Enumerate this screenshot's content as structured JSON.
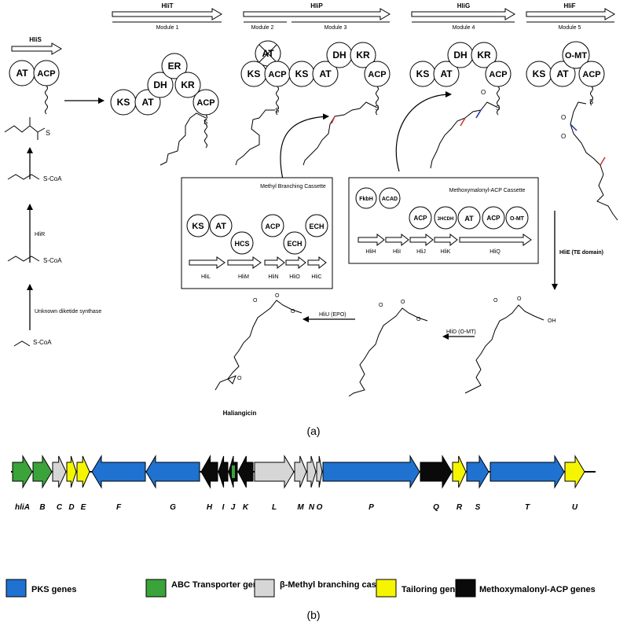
{
  "panel_a": {
    "label": "(a)",
    "hliS": {
      "name": "HliS",
      "domains": [
        "AT",
        "ACP"
      ]
    },
    "genes": [
      {
        "name": "HliT",
        "modules": [
          "Module 1"
        ]
      },
      {
        "name": "HliP",
        "modules": [
          "Module 2",
          "Module 3"
        ]
      },
      {
        "name": "HliG",
        "modules": [
          "Module 4"
        ]
      },
      {
        "name": "HliF",
        "modules": [
          "Module 5"
        ]
      }
    ],
    "domains": {
      "m1": [
        "KS",
        "AT",
        "DH",
        "ER",
        "KR",
        "ACP"
      ],
      "m2": [
        "AT",
        "KS",
        "ACP"
      ],
      "m3": [
        "KS",
        "AT",
        "DH",
        "KR",
        "ACP"
      ],
      "m4": [
        "KS",
        "AT",
        "DH",
        "KR",
        "ACP"
      ],
      "m5": [
        "KS",
        "AT",
        "O-MT",
        "ACP"
      ]
    },
    "starter": {
      "s_coa": "S-CoA",
      "diketide_synthase": "Unknown diketide synthase",
      "hliR": "HliR",
      "s_coa_2": "S-CoA",
      "s_coa_3": "S-CoA",
      "s": "S"
    },
    "methyl_cassette": {
      "title": "Methyl Branching Cassette",
      "domains": [
        "KS",
        "AT",
        "HCS",
        "ACP",
        "ECH",
        "ECH"
      ],
      "genes": [
        "HliL",
        "HliM",
        "HliN",
        "HliO",
        "HliC"
      ]
    },
    "methoxy_cassette": {
      "title": "Methoxymalonyl-ACP Cassette",
      "domains": [
        "FkbH",
        "ACAD",
        "ACP",
        "3HCDH",
        "AT",
        "ACP",
        "O-MT"
      ],
      "genes": [
        "HliH",
        "HliI",
        "HliJ",
        "HliK",
        "HliQ"
      ]
    },
    "steps": {
      "te": "HliE (TE domain)",
      "omt": "HliD (O-MT)",
      "epo": "HliU (EPO)"
    },
    "atoms": {
      "oh": "OH",
      "o": "O",
      "s": "S"
    },
    "product": "Haliangicin"
  },
  "panel_b": {
    "label": "(b)",
    "genes": [
      {
        "label": "hliA",
        "type": "abc"
      },
      {
        "label": "B",
        "type": "abc"
      },
      {
        "label": "C",
        "type": "beta"
      },
      {
        "label": "D",
        "type": "tailor"
      },
      {
        "label": "E",
        "type": "tailor"
      },
      {
        "label": "F",
        "type": "pks"
      },
      {
        "label": "G",
        "type": "pks"
      },
      {
        "label": "H",
        "type": "methoxy"
      },
      {
        "label": "I",
        "type": "methoxy"
      },
      {
        "label": "J",
        "type": "methoxy"
      },
      {
        "label": "K",
        "type": "methoxy"
      },
      {
        "label": "L",
        "type": "beta"
      },
      {
        "label": "M",
        "type": "beta"
      },
      {
        "label": "N",
        "type": "beta"
      },
      {
        "label": "O",
        "type": "beta"
      },
      {
        "label": "P",
        "type": "pks"
      },
      {
        "label": "Q",
        "type": "methoxy"
      },
      {
        "label": "R",
        "type": "tailor"
      },
      {
        "label": "S",
        "type": "pks"
      },
      {
        "label": "T",
        "type": "pks"
      },
      {
        "label": "U",
        "type": "tailor"
      }
    ],
    "legend": [
      {
        "key": "pks",
        "label": "PKS genes",
        "color": "#1f72cf"
      },
      {
        "key": "abc",
        "label": "ABC Transporter genes",
        "color": "#3aa33a"
      },
      {
        "key": "beta",
        "label": "β-Methyl branching cassette",
        "color": "#d6d6d6"
      },
      {
        "key": "tailor",
        "label": "Tailoring genes",
        "color": "#f5f500"
      },
      {
        "key": "methoxy",
        "label": "Methoxymalonyl-ACP genes",
        "color": "#0a0a0a"
      }
    ]
  }
}
